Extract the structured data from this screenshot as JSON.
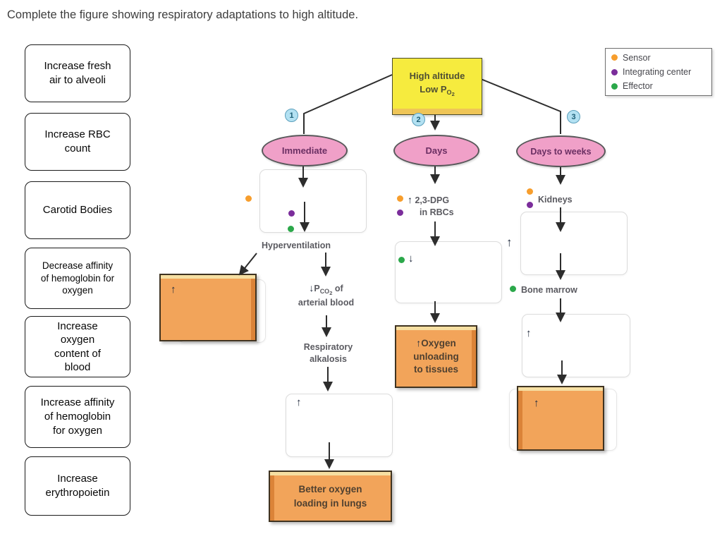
{
  "page": {
    "title": "Complete the figure showing respiratory adaptations to high altitude."
  },
  "answer_bank": {
    "items": [
      {
        "lines": [
          "Increase fresh",
          "air to alveoli"
        ]
      },
      {
        "lines": [
          "Increase RBC",
          "count"
        ]
      },
      {
        "lines": [
          "Carotid Bodies"
        ]
      },
      {
        "lines": [
          "Decrease affinity",
          "of hemoglobin for",
          "oxygen"
        ]
      },
      {
        "lines": [
          "Increase",
          "oxygen",
          "content of",
          "blood"
        ]
      },
      {
        "lines": [
          "Increase affinity",
          "of hemoglobin",
          "for oxygen"
        ]
      },
      {
        "lines": [
          "Increase",
          "erythropoietin"
        ]
      }
    ]
  },
  "legend": {
    "items": [
      {
        "label": "Sensor"
      },
      {
        "label": "Integrating center"
      },
      {
        "label": "Effector"
      }
    ]
  },
  "colors": {
    "sensor": "#F79E2D",
    "integrating_center": "#7B2D9B",
    "effector": "#2BA84A",
    "root_fill": "#F6EB3E",
    "root_edge": "#EFC557",
    "timing_oval_fill": "#F0A0C8",
    "answer_chip_fill": "#F2A45A",
    "branch_badge_fill": "#B3E1F2"
  },
  "flowchart": {
    "root": {
      "line1": "High altitude",
      "line2_main": "Low P",
      "line2_sub": "O",
      "line2_sub2": "2"
    },
    "branch1": {
      "number": "1",
      "timing": "Immediate"
    },
    "branch2": {
      "number": "2",
      "timing": "Days"
    },
    "branch3": {
      "number": "3",
      "timing": "Days to weeks"
    },
    "col1": {
      "hyperventilation": "Hyperventilation",
      "chip1_arrow": "↑",
      "pco2_arrow": "↓",
      "pco2_p": "P",
      "pco2_sub": "CO",
      "pco2_sub2": "2",
      "pco2_suffix": " of",
      "pco2_line2": "arterial blood",
      "alkalosis_line1": "Respiratory",
      "alkalosis_line2": "alkalosis",
      "drop2_arrow": "↑",
      "result_line1": "Better oxygen",
      "result_line2": "loading in lungs"
    },
    "col2": {
      "dpg_arrow": "↑",
      "dpg_text": "2,3-DPG",
      "dpg_line2": "in RBCs",
      "drop_arrow": "↓",
      "result_arrow": "↑",
      "result_line1": "Oxygen",
      "result_line2": "unloading",
      "result_line3": "to tissues"
    },
    "col3": {
      "kidneys": "Kidneys",
      "drop1_outside_arrow": "↑",
      "bone_marrow": "Bone marrow",
      "drop2_arrow": "↑",
      "chip_arrow": "↑"
    }
  }
}
